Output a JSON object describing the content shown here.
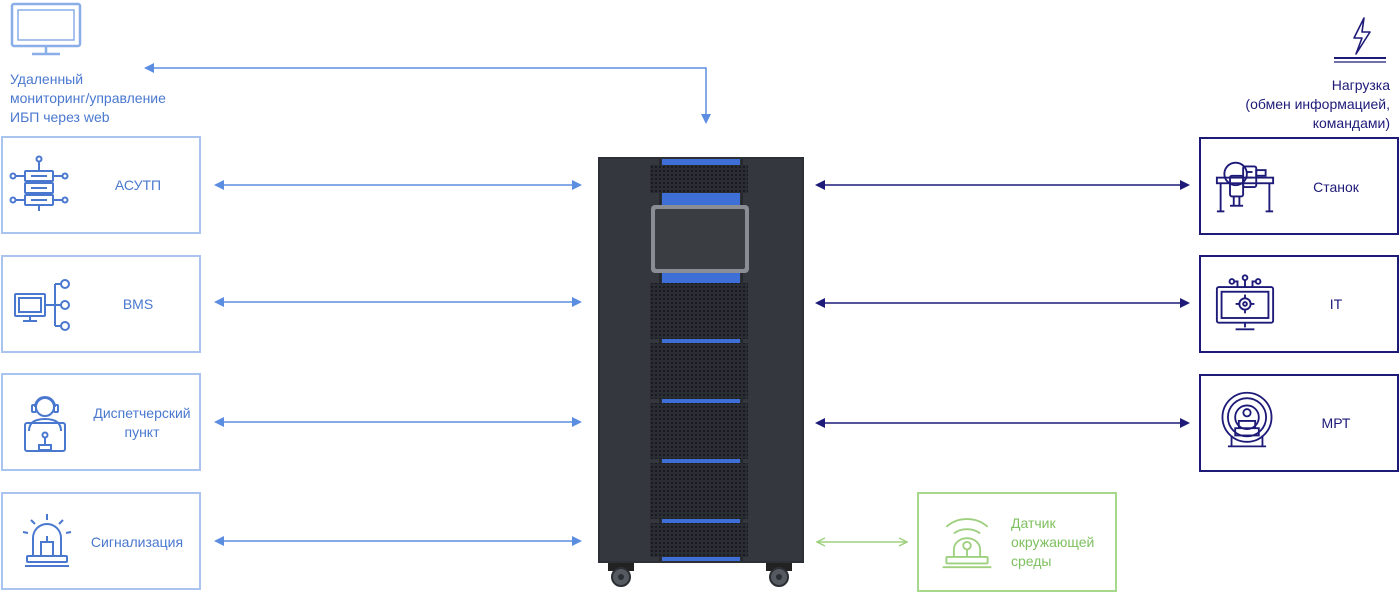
{
  "remote": {
    "label": [
      "Удаленный",
      "мониторинг/управление",
      "ИБП через web"
    ]
  },
  "load": {
    "label": [
      "Нагрузка",
      "(обмен информацией,",
      "командами)"
    ]
  },
  "left_boxes": [
    {
      "label": "АСУТП",
      "icon": "server-network-icon"
    },
    {
      "label": "BMS",
      "icon": "monitor-network-icon"
    },
    {
      "label": "Диспетчерский пункт",
      "icon": "operator-icon"
    },
    {
      "label": "Сигнализация",
      "icon": "alarm-siren-icon"
    }
  ],
  "right_boxes": [
    {
      "label": "Станок",
      "icon": "machine-tool-icon"
    },
    {
      "label": "IT",
      "icon": "it-monitor-icon"
    },
    {
      "label": "МРТ",
      "icon": "mri-scanner-icon"
    }
  ],
  "sensor": {
    "label": "Датчик окружающей среды",
    "icon": "environment-sensor-icon"
  },
  "colors": {
    "left": "#5b8de0",
    "right": "#1d1a78",
    "sensor": "#9ed07f",
    "ups_blue": "#3d6fd6"
  }
}
